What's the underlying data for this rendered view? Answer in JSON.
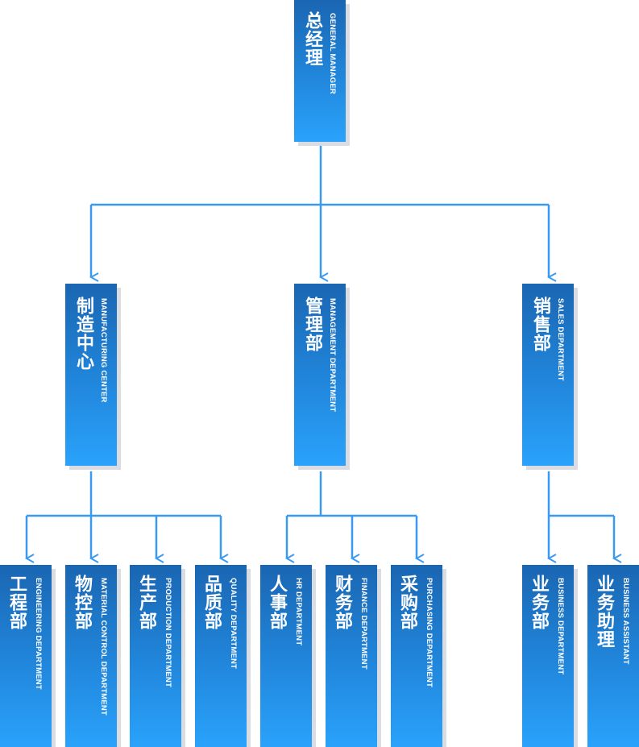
{
  "colors": {
    "box_gradient_top": "#1a66b2",
    "box_gradient_bottom": "#2aa2fb",
    "connector": "#3a9af0",
    "shadow": "#d9dde3",
    "text": "#ffffff"
  },
  "org": {
    "general_manager": {
      "cn": "总经理",
      "en": "GENERAL MANAGER"
    },
    "manufacturing_center": {
      "cn": "制造中心",
      "en": "MANUFACTURING CENTER"
    },
    "management_department": {
      "cn": "管理部",
      "en": "MANAGEMENT DEPARTMENT"
    },
    "sales_department": {
      "cn": "销售部",
      "en": "SALES DEPARTMENT"
    },
    "engineering_department": {
      "cn": "工程部",
      "en": "ENGINEERING DEPARTMENT"
    },
    "material_control_department": {
      "cn": "物控部",
      "en": "MATERIAL CONTROL DEPARTMENT"
    },
    "production_department": {
      "cn": "生产部",
      "en": "PRODUCTION DEPARTMENT"
    },
    "quality_department": {
      "cn": "品质部",
      "en": "QUALITY DEPARTMENT"
    },
    "hr_department": {
      "cn": "人事部",
      "en": "HR DEPARTMENT"
    },
    "finance_department": {
      "cn": "财务部",
      "en": "FINANCE DEPARTMENT"
    },
    "purchasing_department": {
      "cn": "采购部",
      "en": "PURCHASING DEPARTMENT"
    },
    "business_department": {
      "cn": "业务部",
      "en": "BUSINESS DEPARTMENT"
    },
    "business_assistant": {
      "cn": "业务助理",
      "en": "BUSINESS ASSISTANT"
    }
  },
  "icons": {
    "connector_arrowhead": "arrow-down-icon"
  }
}
